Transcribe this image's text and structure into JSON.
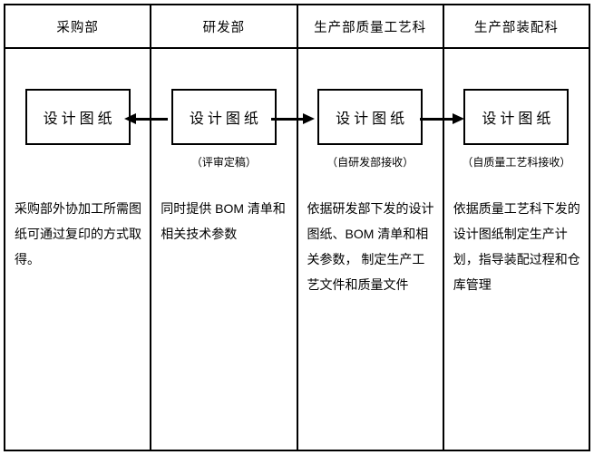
{
  "diagram": {
    "type": "swimlane-flowchart",
    "colors": {
      "line": "#000000",
      "background": "#ffffff",
      "text": "#000000"
    },
    "columns": [
      {
        "header": "采购部",
        "box_label": "设计图纸",
        "caption": "",
        "description": "采购部外协加工所需图纸可通过复印的方式取得。"
      },
      {
        "header": "研发部",
        "box_label": "设计图纸",
        "caption": "（评审定稿）",
        "description": "同时提供 BOM 清单和相关技术参数"
      },
      {
        "header": "生产部质量工艺科",
        "box_label": "设计图纸",
        "caption": "（自研发部接收）",
        "description": "依据研发部下发的设计图纸、BOM 清单和相关参数， 制定生产工艺文件和质量文件"
      },
      {
        "header": "生产部装配科",
        "box_label": "设计图纸",
        "caption": "（自质量工艺科接收）",
        "description": "依据质量工艺科下发的设计图纸制定生产计划，指导装配过程和仓库管理"
      }
    ],
    "arrows": [
      {
        "from": "研发部",
        "to": "采购部",
        "direction": "left"
      },
      {
        "from": "研发部",
        "to": "生产部质量工艺科",
        "direction": "right"
      },
      {
        "from": "生产部质量工艺科",
        "to": "生产部装配科",
        "direction": "right"
      }
    ]
  }
}
